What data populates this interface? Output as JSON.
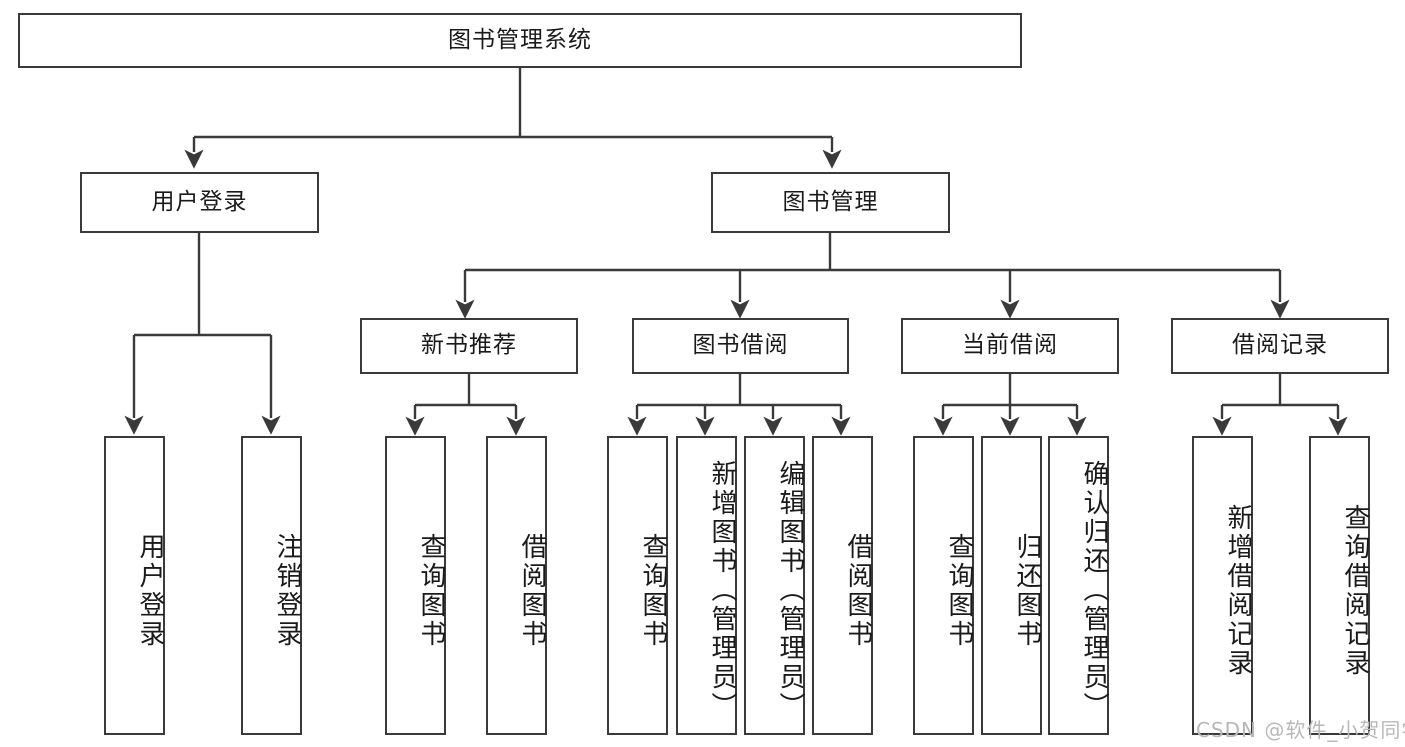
{
  "diagram": {
    "title": "图书管理系统",
    "type": "tree-hierarchy-chart",
    "stroke_color": "#3a3a3a",
    "text_color": "#1a1a1a",
    "background_color": "#ffffff"
  },
  "nodes": {
    "root": {
      "label": "图书管理系统"
    },
    "level2": [
      {
        "id": "user-login",
        "label": "用户登录"
      },
      {
        "id": "book-manage",
        "label": "图书管理"
      }
    ],
    "level3": [
      {
        "id": "new-book-rec",
        "label": "新书推荐"
      },
      {
        "id": "book-borrow",
        "label": "图书借阅"
      },
      {
        "id": "current-borrow",
        "label": "当前借阅"
      },
      {
        "id": "borrow-record",
        "label": "借阅记录"
      }
    ],
    "leaves": {
      "user_login": [
        {
          "id": "leaf-user-login",
          "label": "用户登录"
        },
        {
          "id": "leaf-logout",
          "label": "注销登录"
        }
      ],
      "new_book_rec": [
        {
          "id": "leaf-query-book-1",
          "label": "查询图书"
        },
        {
          "id": "leaf-borrow-book-1",
          "label": "借阅图书"
        }
      ],
      "book_borrow": [
        {
          "id": "leaf-query-book-2",
          "label": "查询图书"
        },
        {
          "id": "leaf-add-book",
          "label": "新增图书（管理员）"
        },
        {
          "id": "leaf-edit-book",
          "label": "编辑图书（管理员）"
        },
        {
          "id": "leaf-borrow-book-2",
          "label": "借阅图书"
        }
      ],
      "current_borrow": [
        {
          "id": "leaf-query-book-3",
          "label": "查询图书"
        },
        {
          "id": "leaf-return-book",
          "label": "归还图书"
        },
        {
          "id": "leaf-confirm-return",
          "label": "确认归还（管理员）"
        }
      ],
      "borrow_record": [
        {
          "id": "leaf-add-record",
          "label": "新增借阅记录"
        },
        {
          "id": "leaf-query-record",
          "label": "查询借阅记录"
        }
      ]
    }
  },
  "watermark": {
    "text": "CSDN @软件_小贺同学"
  }
}
